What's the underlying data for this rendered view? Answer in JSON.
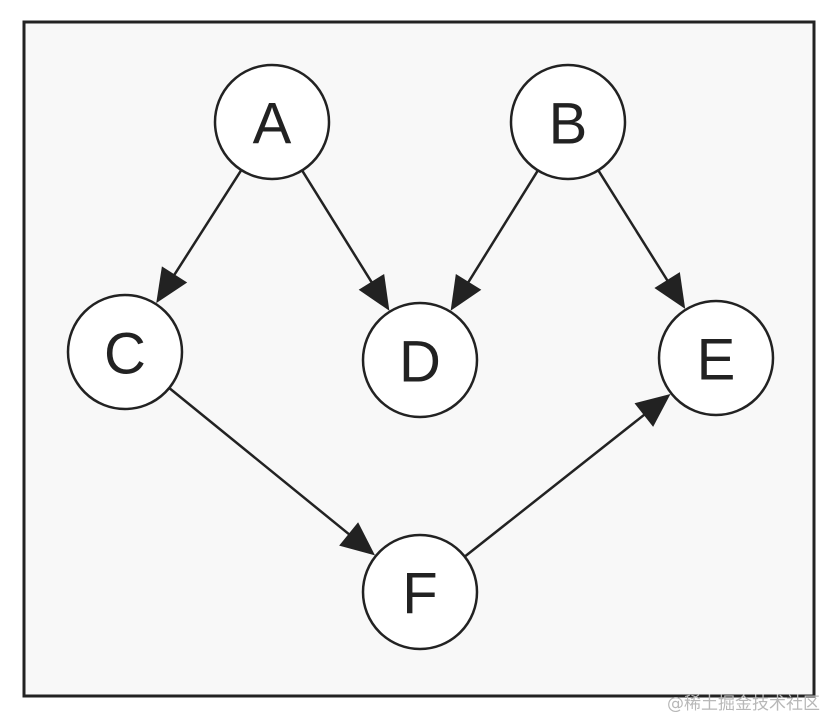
{
  "diagram": {
    "nodes": [
      {
        "id": "A",
        "label": "A"
      },
      {
        "id": "B",
        "label": "B"
      },
      {
        "id": "C",
        "label": "C"
      },
      {
        "id": "D",
        "label": "D"
      },
      {
        "id": "E",
        "label": "E"
      },
      {
        "id": "F",
        "label": "F"
      }
    ],
    "edges": [
      {
        "from": "A",
        "to": "C"
      },
      {
        "from": "A",
        "to": "D"
      },
      {
        "from": "B",
        "to": "D"
      },
      {
        "from": "B",
        "to": "E"
      },
      {
        "from": "C",
        "to": "F"
      },
      {
        "from": "F",
        "to": "E"
      }
    ]
  },
  "watermark": "@稀土掘金技术社区",
  "colors": {
    "stroke": "#222222",
    "node_fill": "#ffffff",
    "background": "#f8f8f8",
    "watermark": "#b8b8b8"
  }
}
